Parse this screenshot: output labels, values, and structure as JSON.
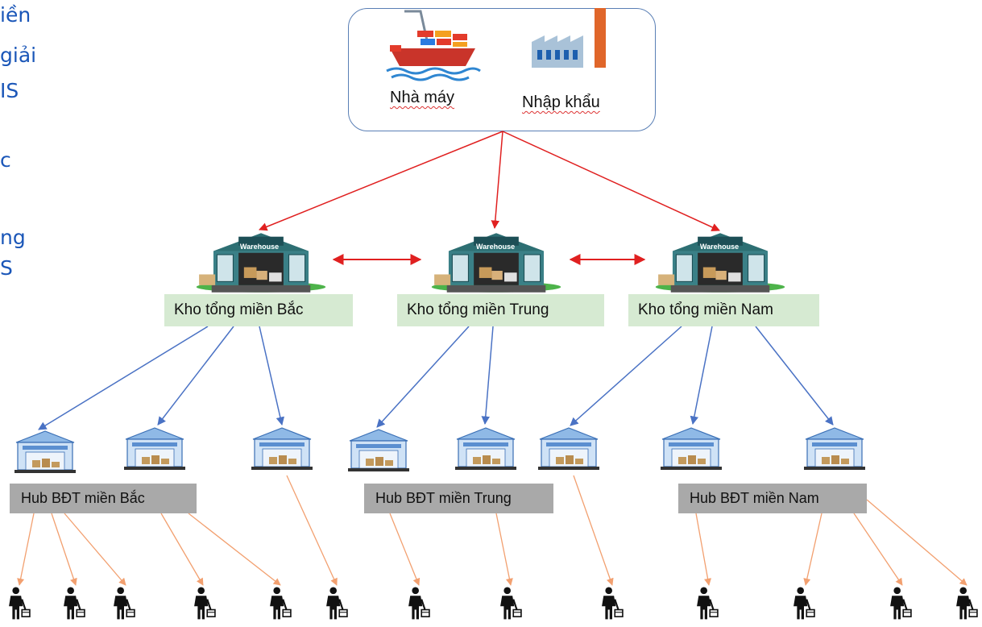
{
  "side_text": [
    "iền",
    "giải",
    "IS",
    "c",
    "ng",
    "S"
  ],
  "source": {
    "left_label": "Nhà máy",
    "right_label": "Nhập khẩu"
  },
  "warehouse_sign": "Warehouse",
  "regions": [
    {
      "kho": "Kho tổng miền Bắc"
    },
    {
      "kho": "Kho tổng miền Trung"
    },
    {
      "kho": "Kho tổng miền Nam"
    }
  ],
  "hubs": [
    {
      "label": "Hub BĐT miền Bắc"
    },
    {
      "label": "Hub BĐT miền Trung"
    },
    {
      "label": "Hub BĐT miền Nam"
    }
  ],
  "colors": {
    "source_arrows": "#e02020",
    "warehouse_link": "#e02020",
    "kho_to_hub_arrows": "#4a72c4",
    "hub_to_customer_arrows": "#f2a070",
    "kho_label_bg": "#d6ead2",
    "hub_label_bg": "#a9a9a9"
  },
  "icons": {
    "source_left": "cargo-ship-icon",
    "source_right": "factory-icon",
    "warehouse": "warehouse-icon",
    "hub": "hub-warehouse-icon",
    "customer": "shopper-with-basket-icon"
  }
}
